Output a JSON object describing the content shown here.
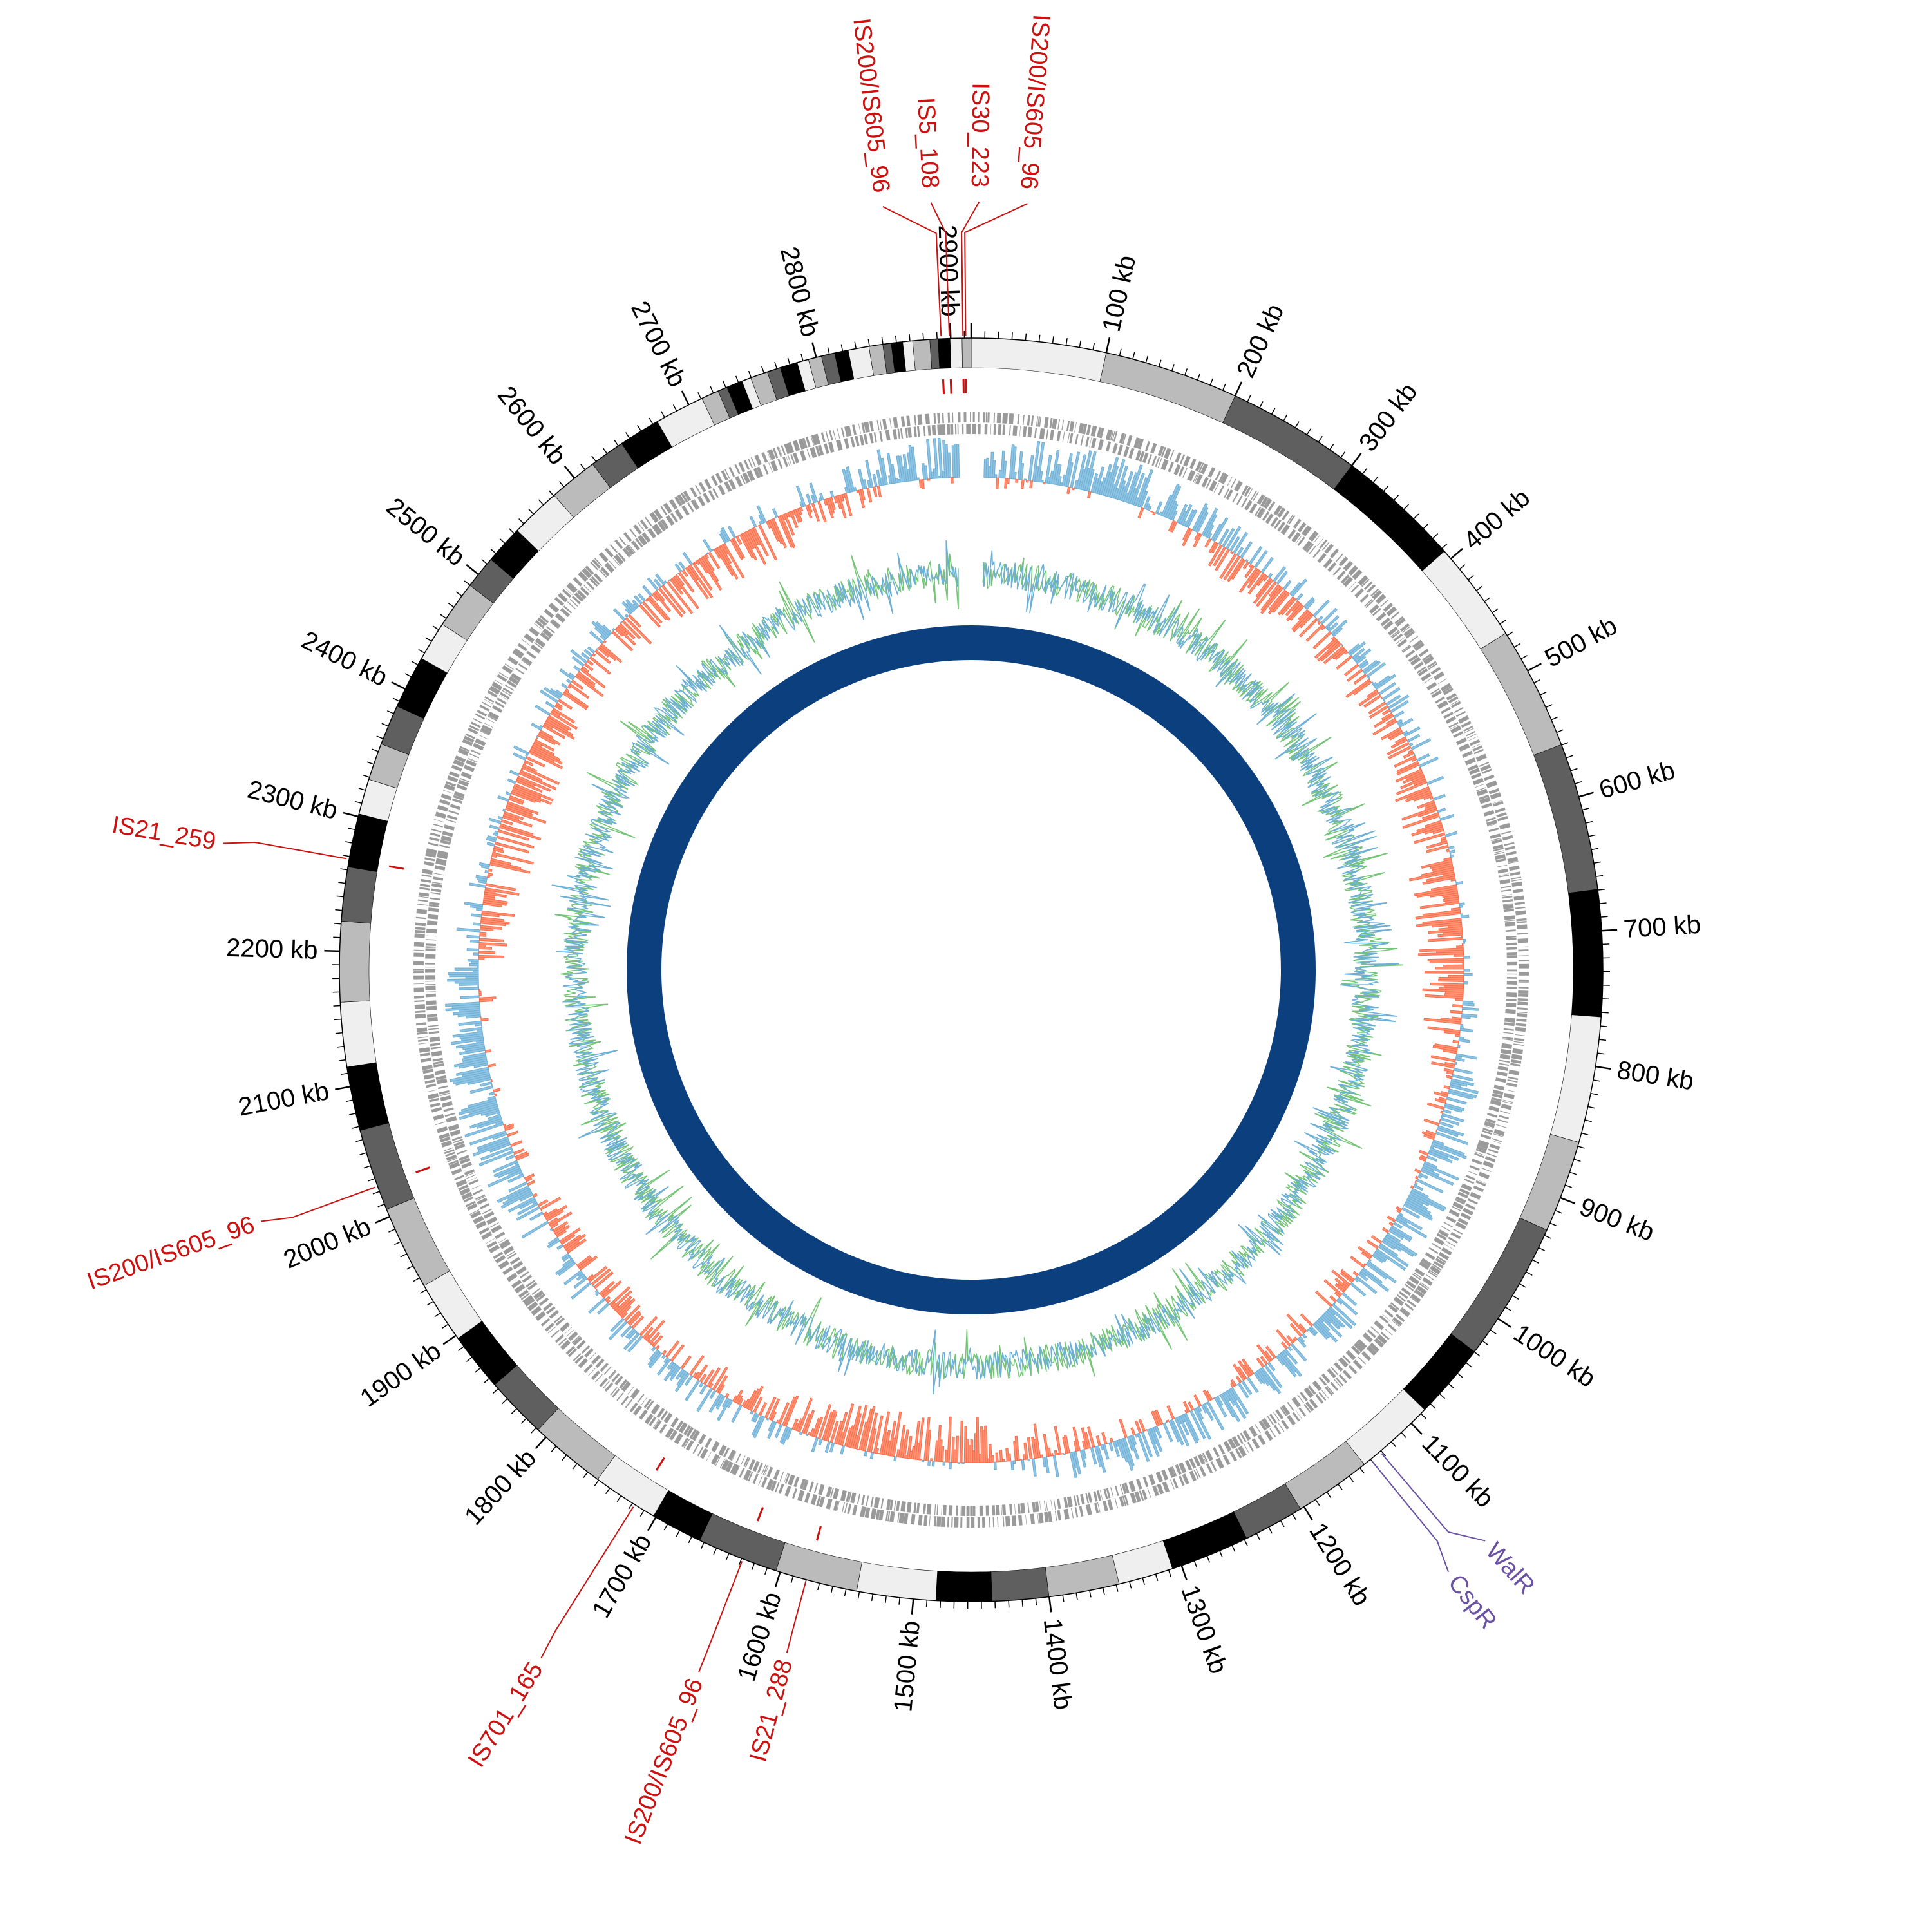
{
  "chart_data": {
    "type": "circular-genome",
    "title": "",
    "genome_length_kb": 2915,
    "tick_unit": "kb",
    "major_tick_interval_kb": 100,
    "minor_tick_interval_kb": 10,
    "tick_labels": [
      "100 kb",
      "200 kb",
      "300 kb",
      "400 kb",
      "500 kb",
      "600 kb",
      "700 kb",
      "800 kb",
      "900 kb",
      "1000 kb",
      "1100 kb",
      "1200 kb",
      "1300 kb",
      "1400 kb",
      "1500 kb",
      "1600 kb",
      "1700 kb",
      "1800 kb",
      "1900 kb",
      "2000 kb",
      "2100 kb",
      "2200 kb",
      "2300 kb",
      "2400 kb",
      "2500 kb",
      "2600 kb",
      "2700 kb",
      "2800 kb",
      "2900 kb"
    ],
    "band_colors": [
      "#efefef",
      "#bbbbbb",
      "#5f5f5f",
      "#000000"
    ],
    "is_elements": [
      {
        "label": "IS200/IS605_96",
        "position_kb": 2893
      },
      {
        "label": "IS5_108",
        "position_kb": 2899
      },
      {
        "label": "IS30_223",
        "position_kb": 2909
      },
      {
        "label": "IS200/IS605_96",
        "position_kb": 2911
      },
      {
        "label": "IS21_259",
        "position_kb": 2268
      },
      {
        "label": "IS200/IS605_96",
        "position_kb": 2024
      },
      {
        "label": "IS701_165",
        "position_kb": 1718
      },
      {
        "label": "IS200/IS605_96",
        "position_kb": 1629
      },
      {
        "label": "IS21_288",
        "position_kb": 1580
      }
    ],
    "regulators": [
      {
        "label": "WalR",
        "position_kb": 1131
      },
      {
        "label": "CspR",
        "position_kb": 1140
      }
    ],
    "tracks": [
      {
        "name": "ideogram bands"
      },
      {
        "name": "IS element markers",
        "color": "#cc1111"
      },
      {
        "name": "genes (both strands)",
        "color": "#999999"
      },
      {
        "name": "GC skew",
        "positive_color": "#6baed6",
        "negative_color": "#fc8d6a"
      },
      {
        "name": "GC content",
        "colors": [
          "#74c476",
          "#6baed6"
        ]
      },
      {
        "name": "inner ring",
        "color": "#0b3f7e"
      }
    ],
    "colors": {
      "is_label": "#cc1111",
      "regulator_label": "#6a51a3"
    }
  }
}
